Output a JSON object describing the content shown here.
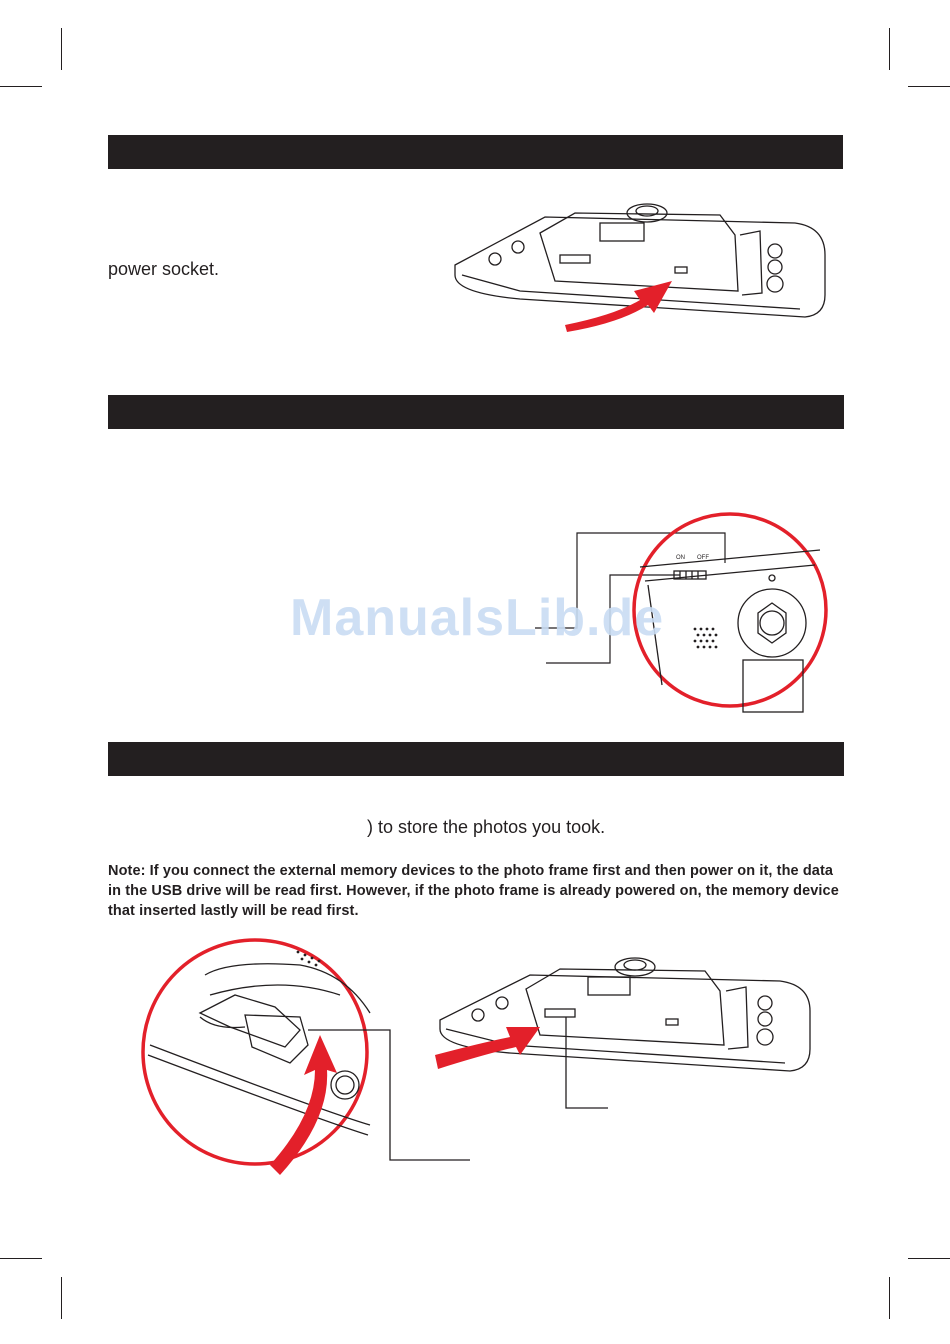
{
  "section1": {
    "text": "power socket."
  },
  "section2": {
    "switch_on_label": "ON",
    "switch_off_label": "OFF"
  },
  "section3": {
    "text": ") to store the photos you took.",
    "note": "Note: If you connect the external memory devices to the photo frame first and then power on it, the data in the USB drive will be read first. However, if the photo frame is already powered on, the memory device that inserted lastly will be read first."
  },
  "watermark": "ManualsLib.de",
  "colors": {
    "header_bar": "#231f20",
    "arrow_red": "#e3202a",
    "watermark": "#c9dcf3"
  },
  "icons": [
    "power-arrow-icon",
    "usb-arrow-icon",
    "card-arrow-icon"
  ]
}
